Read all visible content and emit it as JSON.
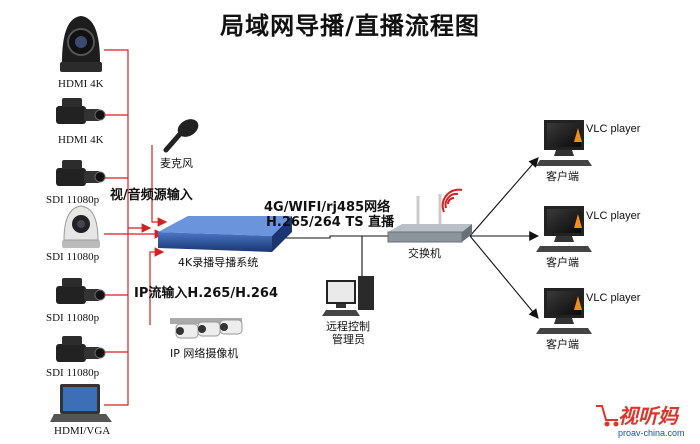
{
  "title": "局域网导播/直播流程图",
  "sources": {
    "cam1": "HDMI 4K",
    "cam2": "HDMI 4K",
    "cam3": "SDI 11080p",
    "cam4": "SDI 11080p",
    "cam5": "SDI 11080p",
    "cam6": "SDI 11080p",
    "laptop": "HDMI/VGA"
  },
  "mic": "麦克风",
  "av_input": "视/音频源输入",
  "recorder": "4K录播导播系统",
  "ip_input": "IP流输入H.265/H.264",
  "ipcam": "IP 网络摄像机",
  "network_line1": "4G/WIFI/rj485网络",
  "network_line2": "H.265/264 TS 直播",
  "switch": "交换机",
  "admin_line1": "远程控制",
  "admin_line2": "管理员",
  "clients": [
    {
      "app": "VLC player",
      "label": "客户端"
    },
    {
      "app": "VLC player",
      "label": "客户端"
    },
    {
      "app": "VLC player",
      "label": "客户端"
    }
  ],
  "watermark": {
    "brand": "视听妈",
    "url": "proav-china.com"
  },
  "colors": {
    "line_red": "#d42020",
    "line_black": "#111111",
    "rack_blue": "#2a4f9a"
  }
}
